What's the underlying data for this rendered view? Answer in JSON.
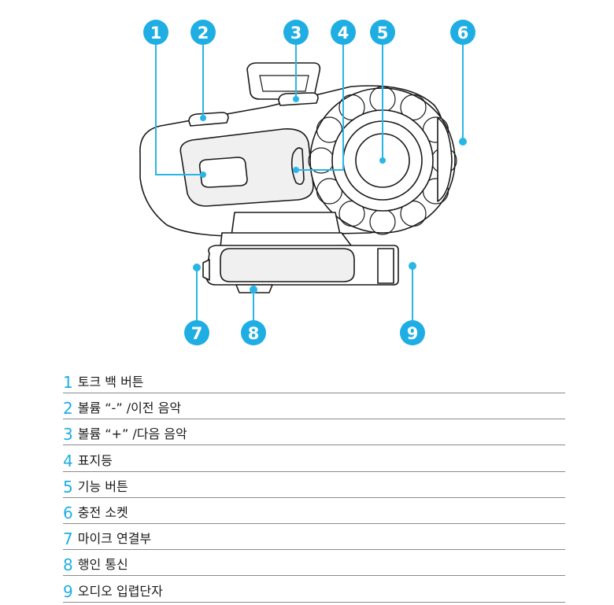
{
  "callouts": [
    "1",
    "2",
    "3",
    "4",
    "5",
    "6",
    "7",
    "8",
    "9"
  ],
  "legend": [
    {
      "num": "1",
      "text": "토크 백 버튼"
    },
    {
      "num": "2",
      "text": "볼륨 “-” /이전 음악"
    },
    {
      "num": "3",
      "text": "볼륨 “+” /다음 음악"
    },
    {
      "num": "4",
      "text": "표지등"
    },
    {
      "num": "5",
      "text": "기능 버튼"
    },
    {
      "num": "6",
      "text": "충전 소켓"
    },
    {
      "num": "7",
      "text": "마이크 연결부"
    },
    {
      "num": "8",
      "text": "행인 통신"
    },
    {
      "num": "9",
      "text": "오디오 입렵단자"
    }
  ],
  "colors": {
    "accent": "#1eaee3",
    "outline": "#1a1a1a",
    "rule": "#8a8a8a"
  }
}
